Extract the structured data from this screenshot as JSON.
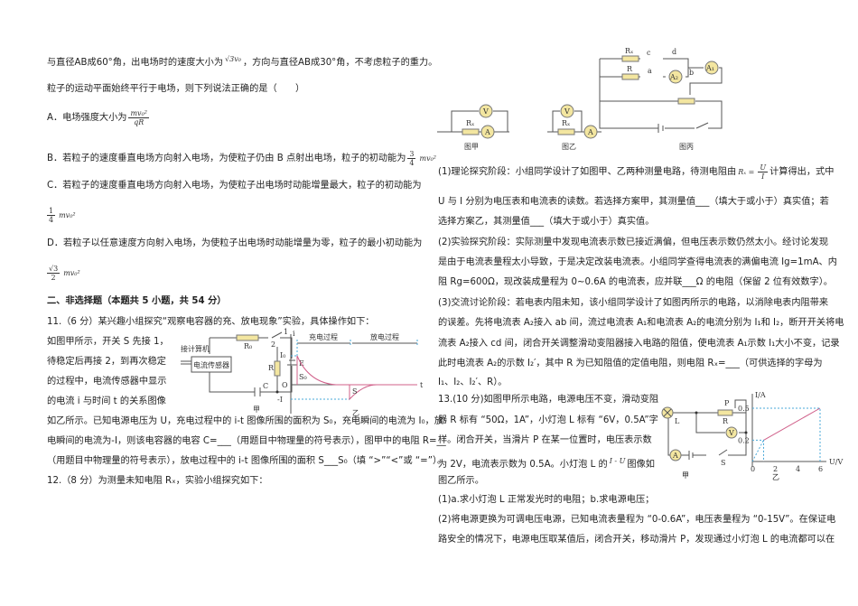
{
  "left": {
    "lines": [
      "与直径AB成60°角，出电场时的速度大小为",
      "，方向与直径AB成30°角，不考虑粒子的重力。",
      "粒子的运动平面始终平行于电场，则下列说法正确的是（　　）",
      "A．电场强度大小为",
      "B．若粒子的速度垂直电场方向射入电场，为使粒子仍由 B 点射出电场，粒子的初动能为",
      "C．若粒子的速度垂直电场方向射入电场，为使粒子出电场时动能增量最大，粒子的初动能为",
      "D．若粒子以任意速度方向射入电场，为使粒子出电场时动能增量为零，粒子的最小初动能为",
      "二、非选择题（本题共 5 小题，共 54 分）",
      "11.（6 分）某兴趣小组探究“观察电容器的充、放电现象”实验，具体操作如下：",
      "如图甲所示，开关 S 先接 1，",
      "待稳定后再接 2，到再次稳定",
      "的过程中，电流传感器中显示",
      "的电流 i 与时间 t 的关系图像",
      "如乙所示。已知电源电压为 U，充电过程中的 i-t 图像所围的面积为 S₀，充电瞬间的电流为 I₀，放",
      "电瞬间的电流为-I，则该电容器的电容 C=___（用题目中物理量的符号表示），图甲中的电阻 R=__",
      "（用题目中物理量的符号表示），放电过程中的 i-t 图像所围的面积 S___S₀（填 “>”“<”或 “=”）。",
      "12.（8 分）为测量未知电阻 Rₓ，实验小组探究如下："
    ],
    "math": {
      "sqrt3v0": "√3v₀",
      "A_num": "mv₀²",
      "A_den": "qR",
      "B_num": "3",
      "B_den": "4",
      "B_tail": "mv₀²",
      "C_num": "1",
      "C_den": "4",
      "C_tail": "mv₀²",
      "D_num": "√3",
      "D_den": "2",
      "D_tail": "mv₀²"
    },
    "fig11": {
      "computer": "接计算机",
      "sensor": "电流传感器",
      "R0": "R₀",
      "R": "R",
      "E": "E",
      "C": "C",
      "s1": "1",
      "s2": "2",
      "cap_jia": "甲",
      "charge": "充电过程",
      "discharge": "放电过程",
      "I0": "I₀",
      "O": "O",
      "negI": "-I",
      "S0": "S₀",
      "S": "S",
      "i": "i",
      "t": "t",
      "cap_yi": "乙"
    }
  },
  "right": {
    "fig12": {
      "V": "V",
      "A": "A",
      "Rx": "Rₓ",
      "R": "R",
      "A1": "A₁",
      "A2": "A₂",
      "a": "a",
      "b": "b",
      "c": "c",
      "d": "d",
      "cap_jia": "图甲",
      "cap_yi": "图乙",
      "cap_bing": "图丙"
    },
    "lines": [
      "(1)理论探究阶段：小组同学设计了如图甲、乙两种测量电路，待测电阻由",
      "计算得出，式中",
      "U 与 I 分别为电压表和电流表的读数。若选择方案甲，其测量值___（填大于或小于）真实值；若",
      "选择方案乙，其测量值___（填大于或小于）真实值。",
      "(2)实验探究阶段：实际测量中发现电流表示数已接近满偏，但电压表示数仍然太小。经讨论发现",
      "是由于电流表量程太小导致，于是决定改装电流表。小组同学查得电流表的满偏电流 Ig=1mA、内",
      "阻 Rg=600Ω，现改装成量程为 0~0.6A 的电流表，应并联___Ω 的电阻（保留 2 位有效数字）。",
      "(3)交流讨论阶段：若电表内阻未知，该小组同学设计了如图丙所示的电路，以消除电表内阻带来",
      "的误差。先将电流表 A₂接入 ab 间，流过电流表 A₁和电流表 A₂的电流分别为 I₁和 I₂，断开开关将电",
      "流表 A₂接入 cd 间，闭合开关调整滑动变阻器接入电路的阻值，使电流表 A₁示数 I₁大小不变，记录",
      "此时电流表 A₂的示数 I₂′，其中 R 为已知阻值的定值电阻，则电阻 Rₓ=___（可供选择的字母为",
      "I₁、I₂、I₂′、R）。",
      "13.(10 分)如图甲所示电路，电源电压不变，滑动变阻",
      "器 R 标有 “50Ω，1A”，小灯泡 L 标有 “6V，0.5A”字",
      "样。闭合开关，当滑片 P 在某一位置时，电压表示数",
      "为 2V，电流表示数为 0.5A。小灯泡 L 的",
      "图像如",
      "图乙所示。",
      "(1)a.求小灯泡 L 正常发光时的电阻；b.求电源电压；",
      "(2)将电源更换为可调电压电源，已知电流表量程为 “0-0.6A”，电压表量程为 “0-15V”。在保证电",
      "路安全的情况下，电源电压取某值后，闭合开关，移动滑片 P，发现通过小灯泡 L 的电流都可以在"
    ],
    "math": {
      "Rx": "Rₓ =",
      "num": "U",
      "den": "I",
      "IU": "I - U"
    },
    "fig13": {
      "L": "L",
      "P": "P",
      "R": "R",
      "V": "V",
      "A": "A",
      "S": "S",
      "cap_jia": "甲",
      "cap_yi": "乙",
      "ylabel": "I/A",
      "xlabel": "U/V",
      "y05": "0.5",
      "y02": "0.2",
      "x0": "0",
      "x2": "2",
      "x4": "4",
      "x6": "6"
    }
  },
  "chart_data": {
    "type": "line",
    "xlabel": "U/V",
    "ylabel": "I/A",
    "x_ticks": [
      0,
      2,
      4,
      6
    ],
    "y_ticks": [
      0.2,
      0.5
    ],
    "series": [
      {
        "x": [
          0,
          1,
          6
        ],
        "y": [
          0,
          0.2,
          0.5
        ]
      }
    ],
    "colors": {
      "curve": "#d0608a",
      "guide": "#4aa8d8"
    }
  }
}
